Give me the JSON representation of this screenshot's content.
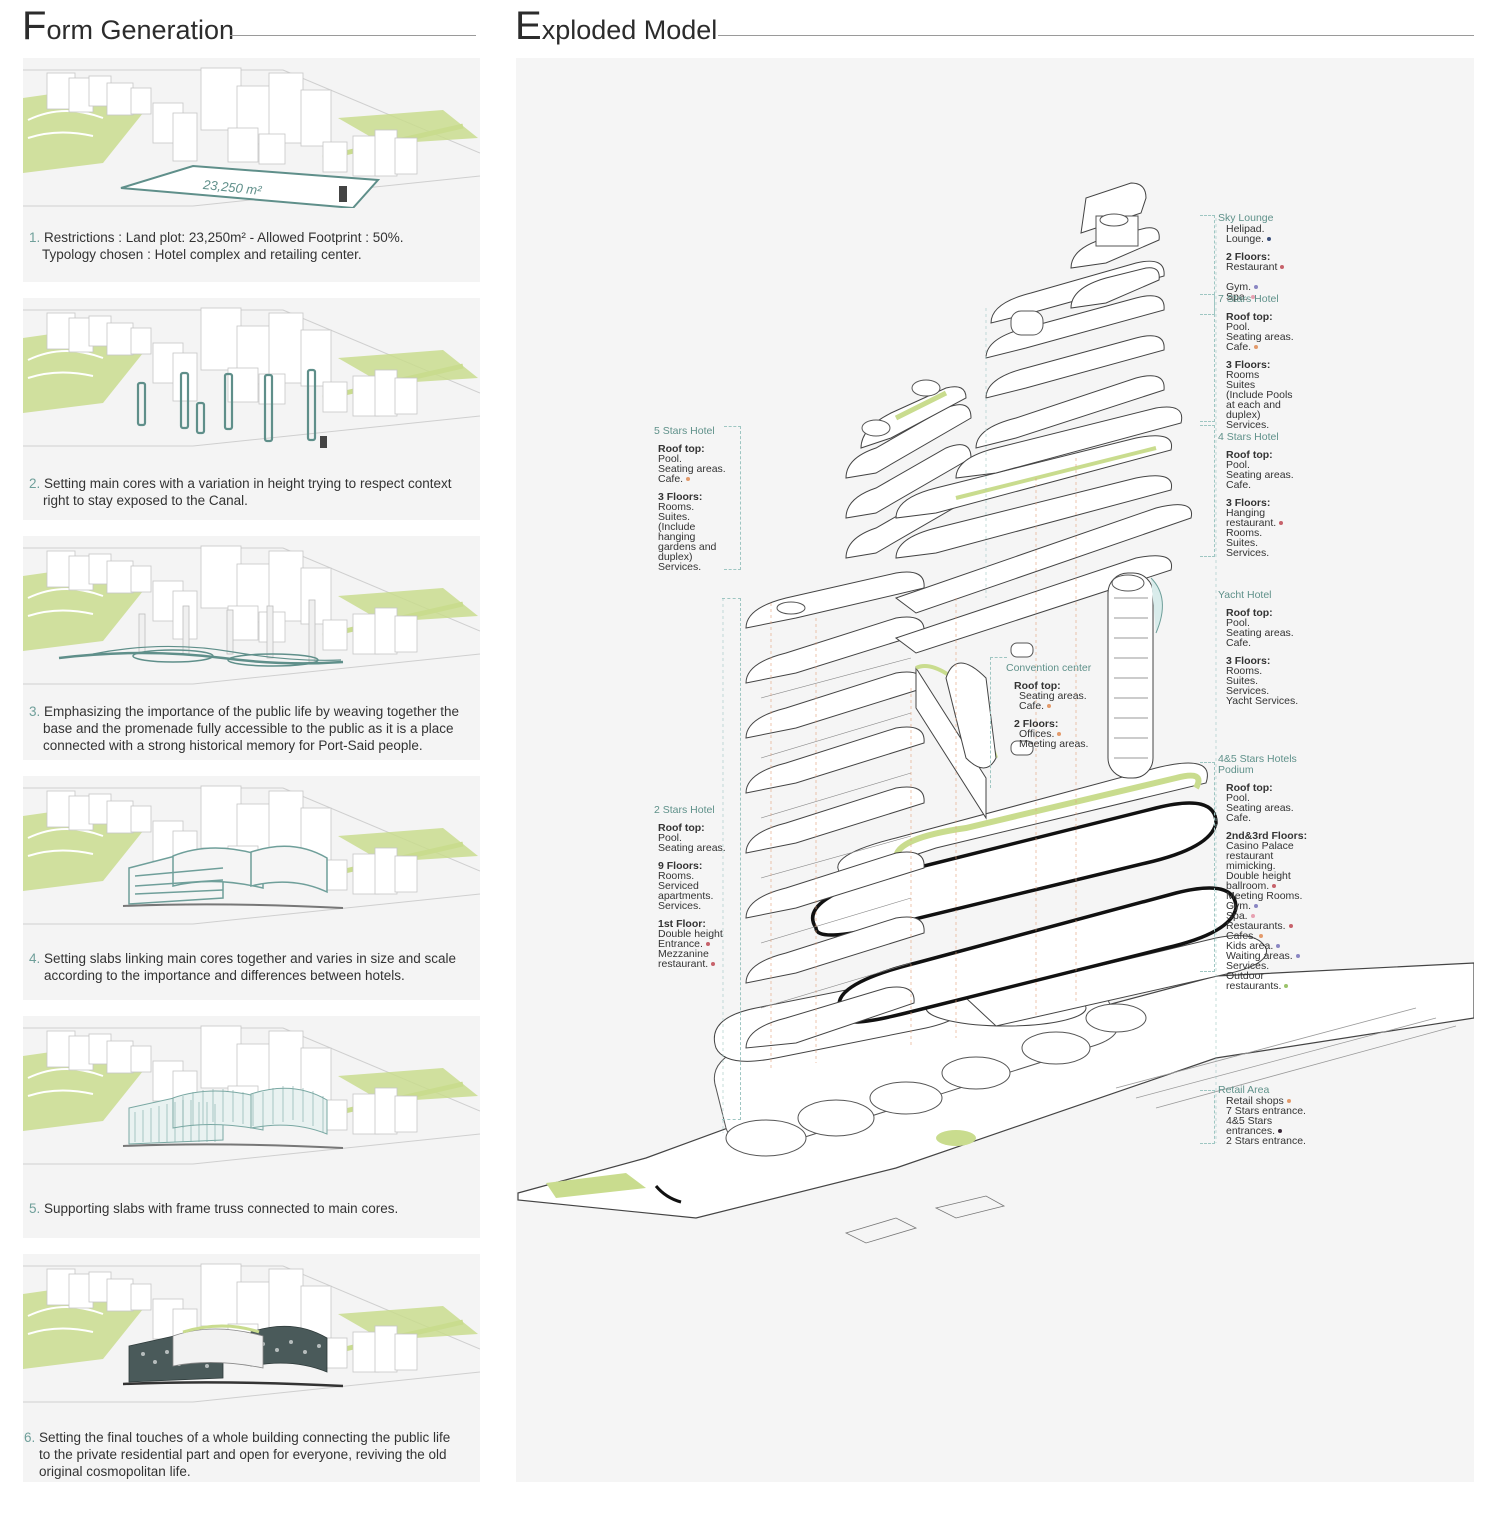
{
  "headers": {
    "form_first": "F",
    "form_rest": "orm Generation",
    "model_first": "E",
    "model_rest": "xploded Model"
  },
  "steps": [
    {
      "num": "1.",
      "line1": "Restrictions : Land plot: 23,250m² - Allowed Footprint : 50%.",
      "line2": "Typology chosen : Hotel complex and retailing center.",
      "line3": "",
      "plot_label": "23,250 m²"
    },
    {
      "num": "2.",
      "line1": "Setting main cores with a variation in height trying to respect context",
      "line2": "right to stay exposed to the Canal.",
      "line3": ""
    },
    {
      "num": "3.",
      "line1": "Emphasizing the importance of the public life by weaving together the",
      "line2": "base and the promenade fully accessible to the public as it is a place",
      "line3": "connected with a strong historical memory for Port-Said people."
    },
    {
      "num": "4.",
      "line1": "Setting slabs linking main cores together and varies in size and scale",
      "line2": "according to the importance and differences between hotels.",
      "line3": ""
    },
    {
      "num": "5.",
      "line1": "Supporting slabs with frame truss connected to main cores.",
      "line2": "",
      "line3": ""
    },
    {
      "num": "6.",
      "line1": "Setting the final touches of a whole building connecting the public life",
      "line2": "to the private residential part and open for everyone, reviving the old",
      "line3": "original cosmopolitan life."
    }
  ],
  "annotations": {
    "sky_lounge": {
      "title": "Sky Lounge",
      "items": [
        "Helipad.",
        "Lounge."
      ],
      "floors_title": "2 Floors:",
      "floors": [
        "Restaurant",
        "Gym.",
        "Spa."
      ]
    },
    "seven_stars": {
      "title": "7 Stars Hotel",
      "roof_title": "Roof top:",
      "roof": [
        "Pool.",
        "Seating areas.",
        "Cafe."
      ],
      "floors_title": "3 Floors:",
      "floors": [
        "Rooms",
        "Suites",
        "(Include Pools",
        "at each and",
        "duplex)",
        "Services."
      ]
    },
    "five_stars": {
      "title": "5 Stars Hotel",
      "roof_title": "Roof top:",
      "roof": [
        "Pool.",
        "Seating areas.",
        "Cafe."
      ],
      "floors_title": "3 Floors:",
      "floors": [
        "Rooms.",
        "Suites.",
        "(Include",
        "hanging",
        "gardens and",
        "duplex)",
        "Services."
      ]
    },
    "four_stars": {
      "title": "4 Stars Hotel",
      "roof_title": "Roof top:",
      "roof": [
        "Pool.",
        "Seating areas.",
        "Cafe."
      ],
      "floors_title": "3 Floors:",
      "floors": [
        "Hanging",
        "restaurant.",
        "Rooms.",
        "Suites.",
        "Services."
      ]
    },
    "yacht": {
      "title": "Yacht Hotel",
      "roof_title": "Roof top:",
      "roof": [
        "Pool.",
        "Seating areas.",
        "Cafe."
      ],
      "floors_title": "3 Floors:",
      "floors": [
        "Rooms.",
        "Suites.",
        "Services.",
        "Yacht Services."
      ]
    },
    "convention": {
      "title": "Convention center",
      "roof_title": "Roof top:",
      "roof": [
        "Seating areas.",
        "Cafe."
      ],
      "floors_title": "2 Floors:",
      "floors": [
        "Offices.",
        "Meeting areas."
      ]
    },
    "two_stars": {
      "title": "2 Stars Hotel",
      "roof_title": "Roof top:",
      "roof": [
        "Pool.",
        "Seating areas."
      ],
      "floors_title": "9 Floors:",
      "floors": [
        "Rooms.",
        "Serviced",
        "apartments.",
        "Services."
      ],
      "first_title": "1st Floor:",
      "first": [
        "Double height",
        "Entrance.",
        "Mezzanine",
        "restaurant."
      ]
    },
    "podium": {
      "title": "4&5 Stars Hotels",
      "title2": "Podium",
      "roof_title": "Roof top:",
      "roof": [
        "Pool.",
        "Seating areas.",
        "Cafe."
      ],
      "floors_title": "2nd&3rd Floors:",
      "floors": [
        "Casino Palace",
        "restaurant",
        "mimicking.",
        "Double height",
        "ballroom.",
        "Meeting Rooms.",
        "Gym.",
        "Spa.",
        "Restaurants.",
        "Cafes.",
        "Kids area.",
        "Waiting areas.",
        "Services.",
        "Outdoor",
        "restaurants."
      ]
    },
    "retail": {
      "title": "Retail Area",
      "items": [
        "Retail shops",
        "7 Stars entrance.",
        "4&5 Stars",
        "entrances.",
        "2 Stars entrance."
      ]
    }
  },
  "colors": {
    "accent_teal": "#6f9f9a",
    "grass_green": "#c9dc8e",
    "dot_navy": "#3b4f7a",
    "dot_red": "#c7626b",
    "dot_green": "#9cc36b",
    "dot_orange": "#e39a6b",
    "dot_purple": "#8a86c2",
    "dot_pink": "#e7a1b1"
  }
}
